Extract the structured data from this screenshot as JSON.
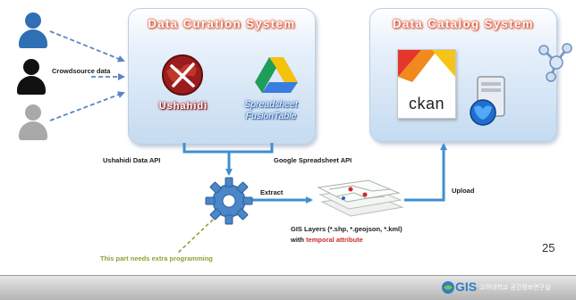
{
  "curation_system": {
    "title": "Data Curation System",
    "ushahidi_label": "Ushahidi",
    "spreadsheet_label_line1": "Spreadsheet",
    "spreadsheet_label_line2": "FusionTable"
  },
  "catalog_system": {
    "title": "Data Catalog System",
    "ckan_label": "ckan"
  },
  "crowdsource_label": "Crowdsource data",
  "api_labels": {
    "ushahidi": "Ushahidi Data API",
    "google": "Google Spreadsheet API"
  },
  "process": {
    "extract_label": "Extract",
    "upload_label": "Upload",
    "gis_line1": "GIS Layers (*.shp, *.geojson, *.kml)",
    "gis_line2_prefix": "with",
    "gis_line2_highlight": "temporal attribute",
    "note": "This part needs extra programming"
  },
  "page_number": "25",
  "footer": {
    "logo_text": "GIS",
    "korean_text": "고려대학교 공간정보연구실"
  },
  "colors": {
    "title_glow": "#e2542a",
    "arrow_blue": "#3f8fd0",
    "dash_blue": "#5b85c4",
    "note_green": "#8da235",
    "highlight_red": "#d22a2a",
    "ushahidi_red": "#9b1c1c"
  }
}
